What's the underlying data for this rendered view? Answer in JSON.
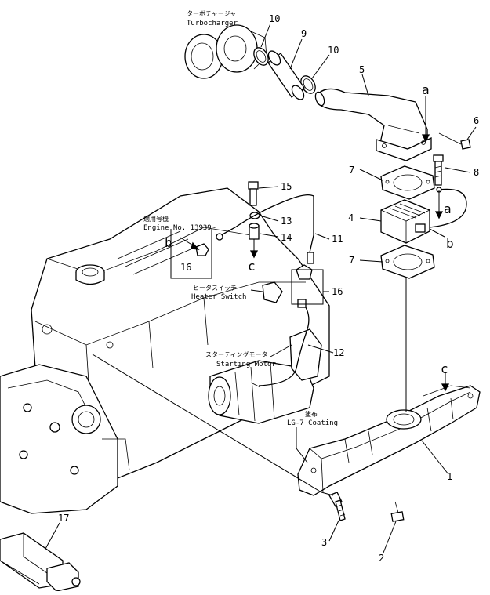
{
  "captions": {
    "turbocharger_jp": "ターボチャージャ",
    "turbocharger_en": "Turbocharger",
    "engine_no_jp": "適用号機",
    "engine_no_en": "Engine No. 13939~",
    "heater_switch_jp": "ヒータスイッチ",
    "heater_switch_en": "Heater Switch",
    "starting_motor_jp": "スターティングモータ",
    "starting_motor_en": "Starting Motor",
    "coating_jp": "塗布",
    "coating_en": "LG-7 Coating"
  },
  "callouts": {
    "n1": "1",
    "n2": "2",
    "n3": "3",
    "n4": "4",
    "n5": "5",
    "n6": "6",
    "n7a": "7",
    "n7b": "7",
    "n8": "8",
    "n9": "9",
    "n10a": "10",
    "n10b": "10",
    "n11": "11",
    "n12": "12",
    "n13": "13",
    "n14": "14",
    "n15": "15",
    "n16a": "16",
    "n16b": "16",
    "n17": "17"
  },
  "letters": {
    "a_top": "a",
    "a_side": "a",
    "b_right": "b",
    "b_left": "b",
    "c_inset": "c",
    "c_manifold": "c"
  }
}
